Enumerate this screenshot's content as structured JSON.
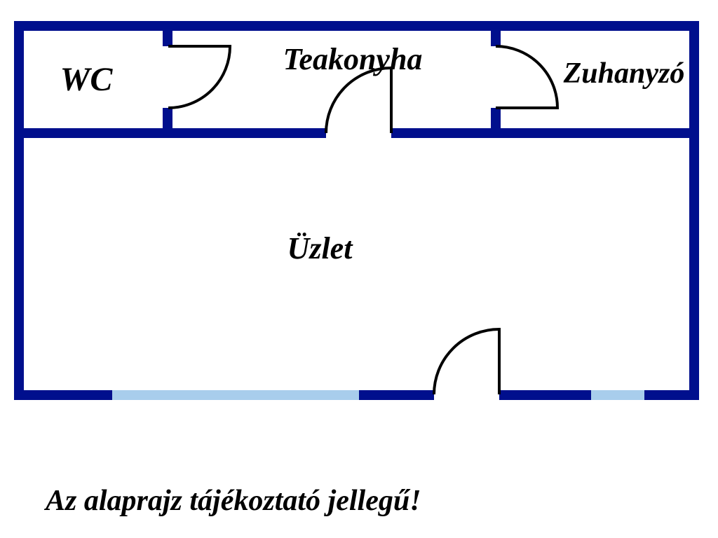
{
  "rooms": {
    "wc": {
      "label": "WC"
    },
    "teakonyha": {
      "label": "Teakonyha"
    },
    "zuhanyzo": {
      "label": "Zuhanyzó"
    },
    "uzlet": {
      "label": "Üzlet"
    }
  },
  "disclaimer": "Az alaprajz tájékoztató jellegű!",
  "colors": {
    "background": "#ffffff",
    "wall": "#000f8d",
    "window": "#a8cdec",
    "door_line": "#000000",
    "text": "#000000"
  }
}
